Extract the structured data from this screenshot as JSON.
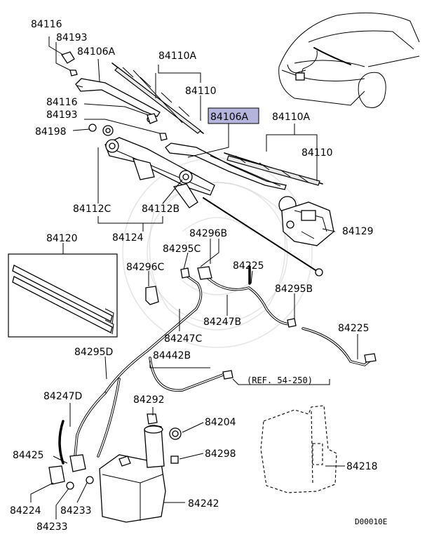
{
  "labels": {
    "p84116_top": "84116",
    "p84193_top": "84193",
    "p84106a_left": "84106A",
    "p84110a_top": "84110A",
    "p84110_top": "84110",
    "p84116_mid": "84116",
    "p84193_mid": "84193",
    "p84198": "84198",
    "p84106a_hl": "84106A",
    "p84110a_right": "84110A",
    "p84110_right": "84110",
    "p84112c": "84112C",
    "p84112b": "84112B",
    "p84124": "84124",
    "p84129": "84129",
    "p84120": "84120",
    "p84296b": "84296B",
    "p84295c": "84295C",
    "p84296c": "84296C",
    "p84225_mid": "84225",
    "p84295b": "84295B",
    "p84247b": "84247B",
    "p84247c": "84247C",
    "p84225_right": "84225",
    "p84295d": "84295D",
    "p84442b": "84442B",
    "ref": "(REF. 54-250)",
    "p84247d": "84247D",
    "p84292": "84292",
    "p84204": "84204",
    "p84425": "84425",
    "p84298": "84298",
    "p84218": "84218",
    "p84224": "84224",
    "p84233_a": "84233",
    "p84233_b": "84233",
    "p84242": "84242",
    "code": "D00010E"
  },
  "highlight_color": "#b4b4dc"
}
